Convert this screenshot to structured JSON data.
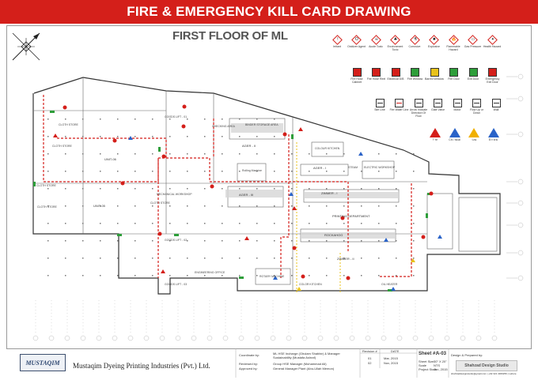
{
  "banner": {
    "title": "FIRE & EMERGENCY KILL CARD DRAWING"
  },
  "plan_title": "FIRST FLOOR OF ML",
  "legend": {
    "hazards": [
      {
        "label": "Irritant",
        "glyph": "!"
      },
      {
        "label": "Oxidizer Agent",
        "glyph": "O"
      },
      {
        "label": "Acute Toxic",
        "glyph": "☠"
      },
      {
        "label": "Environment Toxic",
        "glyph": "♣"
      },
      {
        "label": "Corrosive",
        "glyph": "⚗"
      },
      {
        "label": "Explosive",
        "glyph": "✹"
      },
      {
        "label": "Flammable Hazard",
        "glyph": "🔥"
      },
      {
        "label": "Gas Pressure",
        "glyph": "▭"
      },
      {
        "label": "Health Hazard",
        "glyph": "✦"
      }
    ],
    "equipment": [
      {
        "label": "Fire Hose Cabinet",
        "color": "#d41f1a",
        "icon": "hose-cabinet-icon"
      },
      {
        "label": "Fire Hose Reel",
        "color": "#d41f1a",
        "icon": "hose-reel-icon"
      },
      {
        "label": "Electrical D/B",
        "color": "#d41f1a",
        "icon": "electrical-db-icon"
      },
      {
        "label": "Fire Window",
        "color": "#2e9e3a",
        "icon": "fire-window-icon"
      },
      {
        "label": "Barred Window",
        "color": "#e8c21a",
        "icon": "barred-window-icon"
      },
      {
        "label": "Fire Door",
        "color": "#2e9e3a",
        "icon": "fire-door-icon"
      },
      {
        "label": "Exit Door",
        "color": "#2e9e3a",
        "icon": "exit-door-icon"
      },
      {
        "label": "Emergency Exit Door",
        "color": "#d41f1a",
        "icon": "emergency-exit-icon"
      }
    ],
    "lines": [
      {
        "label": "Site Line",
        "icon": "site-line-icon"
      },
      {
        "label": "Fire Water Line",
        "icon": "fire-water-line-icon"
      },
      {
        "label": "Arrow Indicate Direction Of Flow",
        "icon": "flow-arrow-icon"
      },
      {
        "label": "Gate Valve",
        "icon": "gate-valve-icon"
      },
      {
        "label": "Motor",
        "icon": "motor-icon"
      },
      {
        "label": "Flow Up or Down",
        "icon": "flow-updown-icon"
      },
      {
        "label": "Wall",
        "icon": "wall-icon"
      }
    ],
    "extinguishers": [
      {
        "label": "Fire",
        "glyph": "A",
        "color": "#d41f1a"
      },
      {
        "label": "Chemical",
        "glyph": "B",
        "color": "#2a63c8"
      },
      {
        "label": "Gas",
        "glyph": "C",
        "color": "#f0b000"
      },
      {
        "label": "Electric",
        "glyph": "D",
        "color": "#2a63c8"
      }
    ]
  },
  "rooms": {
    "cloth_store_1": "CLOTH STORE",
    "cloth_store_2": "CLOTH STORE",
    "cloth_store_3": "CLOTH STORE",
    "unit_06": "UNIT-06",
    "unit_05": "UNIT-05",
    "checking_area": "CHECKING AREA",
    "binder_storage": "BINDER STORAGE AREA",
    "ager_2": "AGER - II",
    "ager_3": "AGER - III",
    "ager_1": "AGER - I",
    "rolling_machine": "Rolling Machine",
    "mechanical_workshop": "MECHANICAL WORKSHOP",
    "steam_store": "STEAM",
    "electric_workshop": "ELECTRIC WORKSHOP",
    "colour_kitchen_top": "COLOUR KITCHEN",
    "zimmer_1": "ZIMMER - I",
    "printing_department": "PRINTING DEPARTMENT",
    "rockahog": "ROCKAHOG",
    "zimmer_2": "ZIMMER - II",
    "engineering_office": "ENGINEERING OFFICE",
    "color_kitchen": "COLOR KITCHEN",
    "rotary_machine": "ROTARY MACHINE",
    "oil_heater": "OIL HEATER",
    "cloth_store_l1": "CLOTH STORE",
    "cloth_store_l2": "CLOTH STORE",
    "goods_lift_1": "GOODS LIFT - 01",
    "goods_lift_2": "GOODS LIFT - 02",
    "goods_lift_3": "GOODS LIFT - 03"
  },
  "title_block": {
    "company_logo_text": "MUSTAQIM",
    "company_name": "Mustaqim Dyeing Printing Industries (Pvt.) Ltd.",
    "coordinate_by_label": "Coordinate by:",
    "coordinate_by": "ML HSE Incharge (Ghulam Shabbir) & Manager Sustainability (Mustafa Ashraf)",
    "reviewed_by_label": "Reviewed by:",
    "reviewed_by": "Group HSE Manager (Muhammad Ali)",
    "approved_by_label": "Approved by:",
    "approved_by": "General Manager Plant (Abu-Ullah Memon)",
    "revision_label": "Revision #",
    "date_label": "DATE",
    "revisions": [
      {
        "rev": "01",
        "date": "Mar, 2015"
      },
      {
        "rev": "02",
        "date": "Nov, 2015"
      }
    ],
    "sheet_label": "Sheet #:",
    "sheet_no": "A-03",
    "sheet_size_label": "Sheet Size",
    "sheet_size": "30\" X 20\"",
    "scale_label": "Scale",
    "scale": "NTS",
    "project_start_label": "Project Start",
    "project_start": "Jan, 2015",
    "design_label": "Design & Prepared by:",
    "design_firm": "Shahzad Design Studio",
    "design_contact": "shahzaddesignstudio@gmail.com | +92 321 4306256 | Lahore"
  }
}
